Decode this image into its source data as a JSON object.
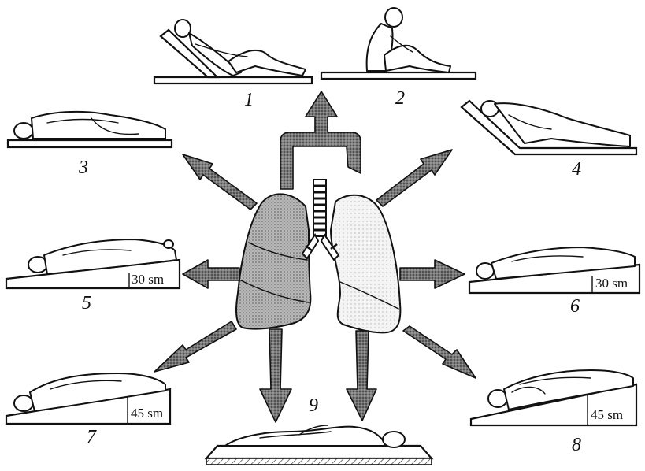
{
  "positions": [
    {
      "id": "1",
      "label": "1"
    },
    {
      "id": "2",
      "label": "2"
    },
    {
      "id": "3",
      "label": "3"
    },
    {
      "id": "4",
      "label": "4"
    },
    {
      "id": "5",
      "label": "5",
      "elevation": "30 sm"
    },
    {
      "id": "6",
      "label": "6",
      "elevation": "30 sm"
    },
    {
      "id": "7",
      "label": "7",
      "elevation": "45 sm"
    },
    {
      "id": "8",
      "label": "8",
      "elevation": "45 sm"
    },
    {
      "id": "9",
      "label": "9"
    }
  ],
  "icons": [
    "lungs-trachea-illustration",
    "drainage-arrow",
    "patient-figure",
    "bed-board"
  ]
}
